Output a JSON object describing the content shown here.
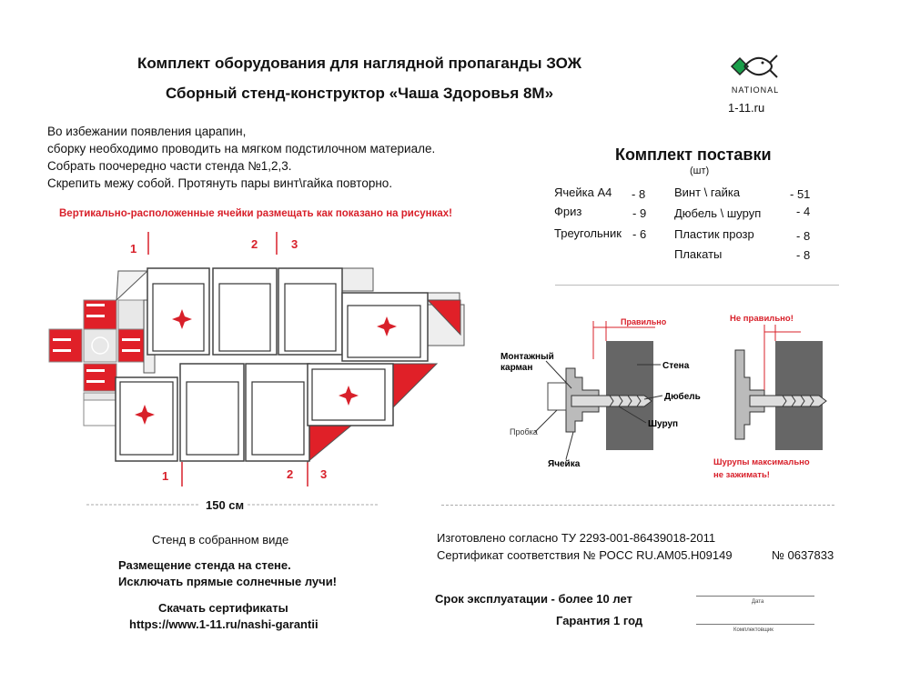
{
  "header": {
    "title": "Комплект оборудования для наглядной пропаганды ЗОЖ",
    "subtitle": "Сборный стенд-конструктор «Чаша Здоровья 8М»"
  },
  "logo": {
    "brand": "NATIONAL",
    "site": "1-11.ru"
  },
  "instructions": [
    "Во избежании появления царапин,",
    "сборку необходимо проводить на мягком подстилочном материале.",
    "Собрать поочередно части стенда №1,2,3.",
    "Скрепить межу собой. Протянуть пары винт\\гайка повторно."
  ],
  "red_warning": "Вертикально-расположенные ячейки размещать как показано на рисунках!",
  "diagram": {
    "marks_top": [
      "1",
      "2",
      "3"
    ],
    "marks_bottom": [
      "1",
      "2",
      "3"
    ],
    "width_label": "150 см",
    "caption": "Стенд в собранном виде"
  },
  "kit": {
    "title": "Комплект поставки",
    "unit": "(шт)",
    "items": [
      {
        "name": "Ячейка А4",
        "qty": "- 8"
      },
      {
        "name": "Фриз",
        "qty": "- 9"
      },
      {
        "name": "Треугольник",
        "qty": "- 6"
      },
      {
        "name": "Винт \\ гайка",
        "qty": "- 51"
      },
      {
        "name": "Дюбель \\ шуруп",
        "qty": "- 4"
      },
      {
        "name": "Пластик прозр",
        "qty": "- 8"
      },
      {
        "name": "Плакаты",
        "qty": "- 8"
      }
    ]
  },
  "mounting": {
    "right_label": "Правильно",
    "wrong_label": "Не правильно!",
    "pocket_label_1": "Монтажный",
    "pocket_label_2": "карман",
    "wall_label": "Стена",
    "dowel_label": "Дюбель",
    "screw_label": "Шуруп",
    "plug_label": "Пробка",
    "cell_label": "Ячейка",
    "warn_1": "Шурупы максимально",
    "warn_2": "не зажимать!"
  },
  "placement": {
    "line1": "Размещение стенда на стене.",
    "line2": "Исключать прямые солнечные лучи!"
  },
  "download": {
    "label": "Скачать сертификаты",
    "url": "https://www.1-11.ru/nashi-garantii"
  },
  "certs": {
    "line1": "Изготовлено согласно ТУ 2293-001-86439018-2011",
    "line2a": "Сертификат соответствия № РОСС RU.АМ05.Н09149",
    "line2b": "№ 0637833"
  },
  "service": {
    "life": "Срок эксплуатации - более 10 лет",
    "warranty": "Гарантия 1 год",
    "date_label": "Дата",
    "packer_label": "Комплектовщик"
  }
}
